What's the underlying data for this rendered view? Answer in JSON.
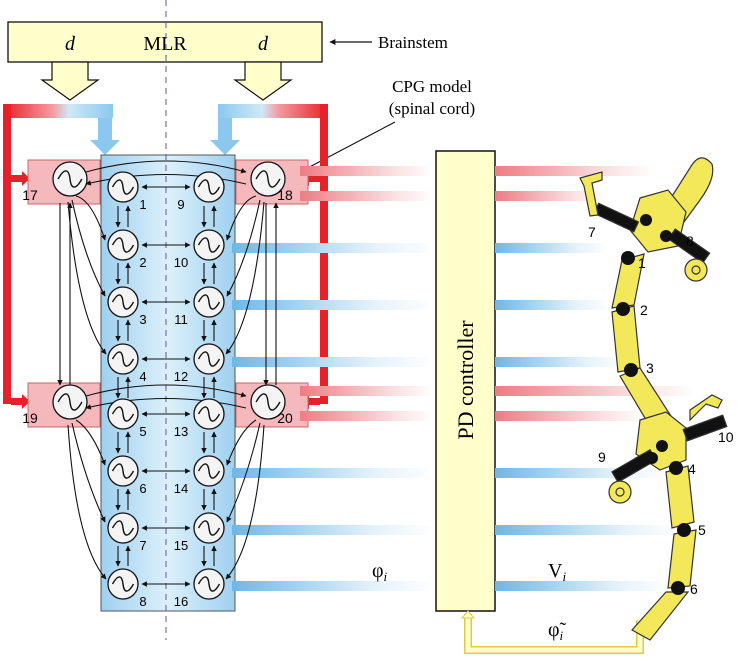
{
  "header": {
    "mlr_label": "MLR",
    "drive_left": "d",
    "drive_right": "d",
    "brainstem_label": "Brainstem"
  },
  "cpg_label": {
    "line1": "CPG model",
    "line2": "(spinal cord)"
  },
  "oscillators": {
    "left_body": [
      "1",
      "2",
      "3",
      "4",
      "5",
      "6",
      "7",
      "8"
    ],
    "right_body": [
      "9",
      "10",
      "11",
      "12",
      "13",
      "14",
      "15",
      "16"
    ],
    "limbs": [
      "17",
      "18",
      "19",
      "20"
    ]
  },
  "controller": {
    "label": "PD controller"
  },
  "signals": {
    "phase": "φ",
    "phase_sub": "i",
    "voltage": "V",
    "voltage_sub": "i",
    "feedback": "φ̃",
    "feedback_sub": "i"
  },
  "robot": {
    "joint_labels": [
      "1",
      "2",
      "3",
      "4",
      "5",
      "6"
    ],
    "limb_labels": [
      "7",
      "8",
      "9",
      "10"
    ]
  },
  "colors": {
    "mlr_box": "#ffffcc",
    "spinal_column": "#cce6f5",
    "limb_box": "#f5b8bc",
    "drive_red": "#e8202a",
    "drive_blue": "#9fd0f0",
    "robot_body": "#f2e85a",
    "robot_joint": "#111111"
  }
}
